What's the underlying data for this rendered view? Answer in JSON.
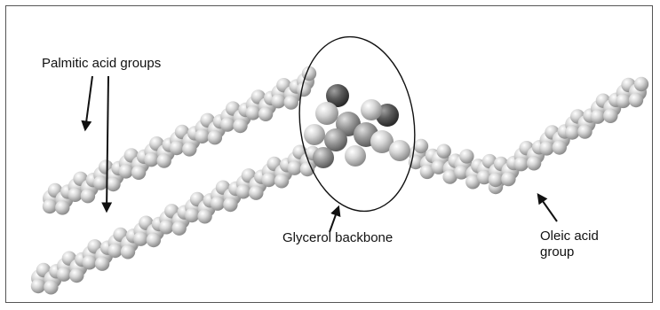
{
  "labels": {
    "palmitic": "Palmitic acid groups",
    "glycerol": "Glycerol backbone",
    "oleic_line1": "Oleic acid",
    "oleic_line2": "group"
  },
  "colors": {
    "carbon": "#c9c9c9",
    "carbon_dark": "#8a8a8a",
    "oxygen": "#555555",
    "line": "#111111"
  }
}
